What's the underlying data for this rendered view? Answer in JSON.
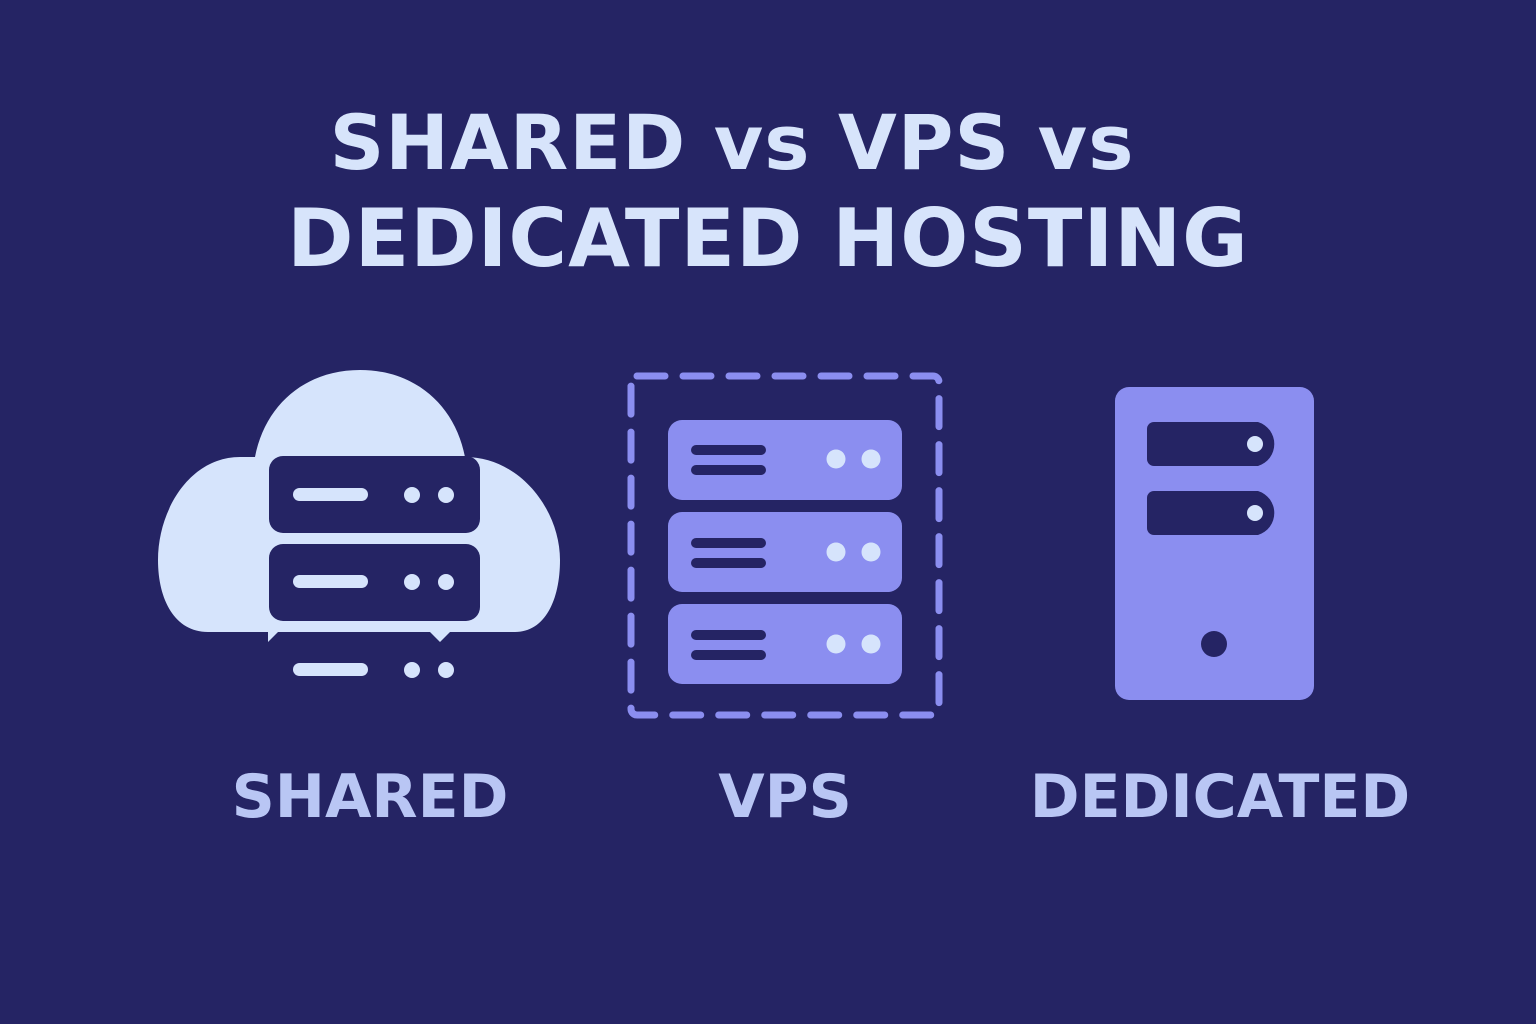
{
  "title": {
    "line1": "SHARED vs VPS vs",
    "line2": "DEDICATED HOSTING"
  },
  "columns": [
    {
      "label": "SHARED",
      "icon": "cloud-server-icon"
    },
    {
      "label": "VPS",
      "icon": "virtual-server-stack-icon"
    },
    {
      "label": "DEDICATED",
      "icon": "tower-server-icon"
    }
  ],
  "colors": {
    "background": "#252464",
    "title_text": "#d7e4fb",
    "label_text": "#b9c6f4",
    "cloud": "#d6e4fc",
    "server_purple": "#8b8ef0",
    "dark": "#252464"
  }
}
